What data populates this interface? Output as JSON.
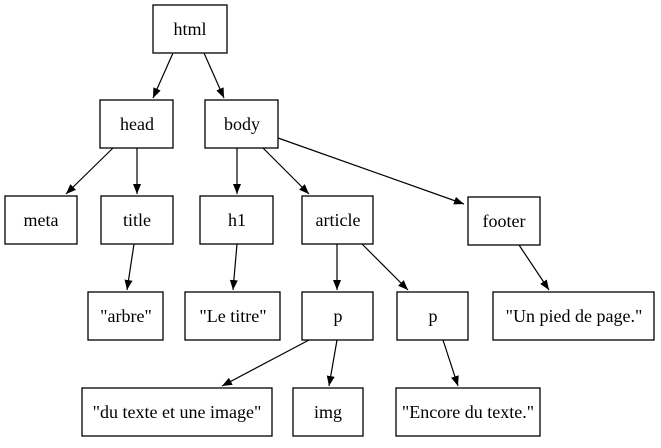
{
  "diagram": {
    "kind": "tree",
    "description": "DOM tree of an HTML document rendered as a box-and-arrow graph",
    "background_color": "#ffffff",
    "node_fill_color": "#ffffff",
    "node_border_color": "#000000",
    "edge_color": "#000000",
    "text_color": "#000000",
    "nodes": {
      "html": {
        "label": "html"
      },
      "head": {
        "label": "head"
      },
      "body": {
        "label": "body"
      },
      "meta": {
        "label": "meta"
      },
      "title": {
        "label": "title"
      },
      "h1": {
        "label": "h1"
      },
      "article": {
        "label": "article"
      },
      "footer": {
        "label": "footer"
      },
      "text_arbre": {
        "label": "\"arbre\""
      },
      "text_le_titre": {
        "label": "\"Le titre\""
      },
      "p1": {
        "label": "p"
      },
      "p2": {
        "label": "p"
      },
      "text_un_pied": {
        "label": "\"Un pied de page.\""
      },
      "text_du_texte": {
        "label": "\"du texte et une image\""
      },
      "img": {
        "label": "img"
      },
      "text_encore": {
        "label": "\"Encore du texte.\""
      }
    },
    "edges": [
      {
        "from": "html",
        "to": "head"
      },
      {
        "from": "html",
        "to": "body"
      },
      {
        "from": "head",
        "to": "meta"
      },
      {
        "from": "head",
        "to": "title"
      },
      {
        "from": "body",
        "to": "h1"
      },
      {
        "from": "body",
        "to": "article"
      },
      {
        "from": "body",
        "to": "footer"
      },
      {
        "from": "title",
        "to": "text_arbre"
      },
      {
        "from": "h1",
        "to": "text_le_titre"
      },
      {
        "from": "article",
        "to": "p1"
      },
      {
        "from": "article",
        "to": "p2"
      },
      {
        "from": "footer",
        "to": "text_un_pied"
      },
      {
        "from": "p1",
        "to": "text_du_texte"
      },
      {
        "from": "p1",
        "to": "img"
      },
      {
        "from": "p2",
        "to": "text_encore"
      }
    ]
  }
}
